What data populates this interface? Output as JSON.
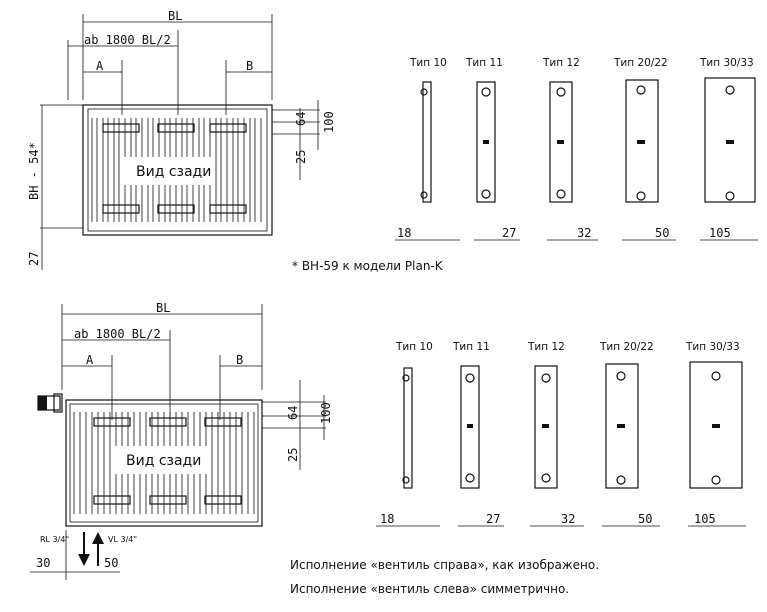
{
  "top": {
    "bl": "BL",
    "ab_label": "ab 1800 BL/2",
    "a": "A",
    "b": "B",
    "d64": "64",
    "d100": "100",
    "d25": "25",
    "bh": "BH - 54*",
    "d27": "27",
    "rear_view": "Вид сзади",
    "footnote": "* BH-59 к модели Plan-K",
    "types": [
      "Тип 10",
      "Тип 11",
      "Тип 12",
      "Тип 20/22",
      "Тип 30/33"
    ],
    "depths": [
      "18",
      "27",
      "32",
      "50",
      "105"
    ]
  },
  "bottom": {
    "bl": "BL",
    "ab_label": "ab 1800 BL/2",
    "a": "A",
    "b": "B",
    "d64": "64",
    "d100": "100",
    "d25": "25",
    "rear_view": "Вид сзади",
    "rl": "RL 3/4\"",
    "vl": "VL 3/4\"",
    "d30": "30",
    "d50": "50",
    "types": [
      "Тип 10",
      "Тип 11",
      "Тип 12",
      "Тип 20/22",
      "Тип 30/33"
    ],
    "depths": [
      "18",
      "27",
      "32",
      "50",
      "105"
    ]
  },
  "notes": {
    "line1": "Исполнение «вентиль справа», как изображено.",
    "line2": "Исполнение «вентиль слева» симметрично."
  }
}
